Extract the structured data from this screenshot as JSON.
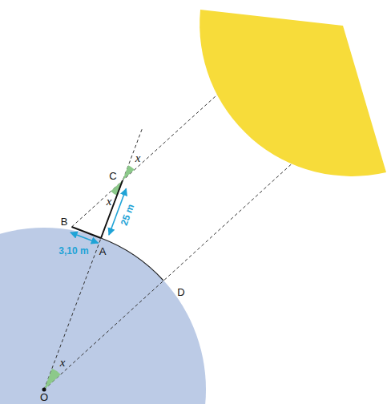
{
  "diagram": {
    "labels": [
      "x",
      "C",
      "x",
      "B",
      "25 m",
      "3,10 m",
      "A",
      "D",
      "x",
      "O"
    ]
  }
}
